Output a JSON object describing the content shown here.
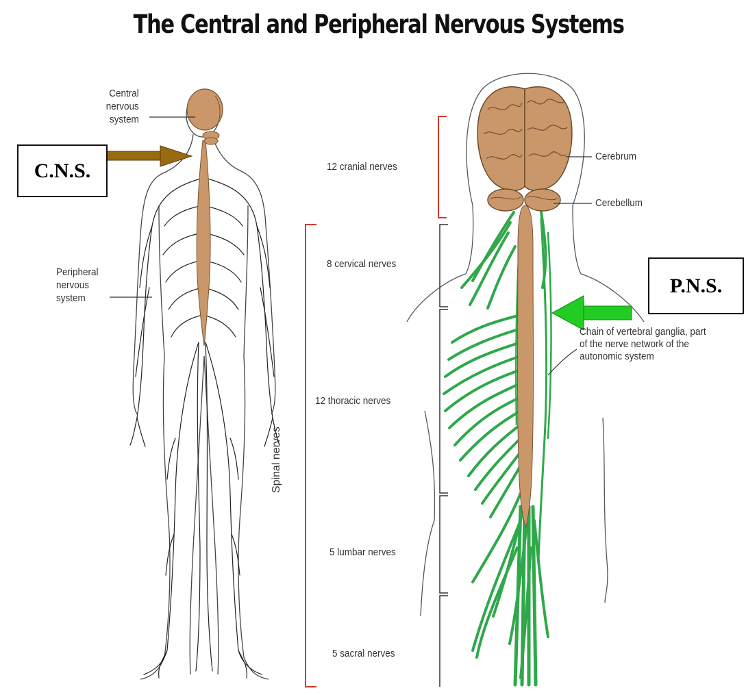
{
  "title": "The Central and Peripheral Nervous Systems",
  "left_figure": {
    "labels": {
      "cns_line1": "Central",
      "cns_line2": "nervous",
      "cns_line3": "system",
      "pns_line1": "Peripheral",
      "pns_line2": "nervous",
      "pns_line3": "system"
    },
    "callout": "C.N.S."
  },
  "right_figure": {
    "nerve_groups": [
      {
        "label": "12 cranial nerves"
      },
      {
        "label": "8 cervical nerves"
      },
      {
        "label": "12 thoracic nerves"
      },
      {
        "label": "5 lumbar nerves"
      },
      {
        "label": "5 sacral nerves"
      }
    ],
    "spinal_label": "Spinal nerves",
    "labels": {
      "cerebrum": "Cerebrum",
      "cerebellum": "Cerebellum",
      "chain_line1": "Chain of vertebral ganglia, part",
      "chain_line2": "of the nerve network of the",
      "chain_line3": "autonomic system"
    },
    "callout": "P.N.S."
  },
  "colors": {
    "brain": "#c9976a",
    "spinal_cord": "#c9976a",
    "nerves_green": "#2fa84a",
    "bracket_red": "#d23a2e",
    "cns_arrow": "#9a6a12",
    "pns_arrow": "#22cc22"
  }
}
